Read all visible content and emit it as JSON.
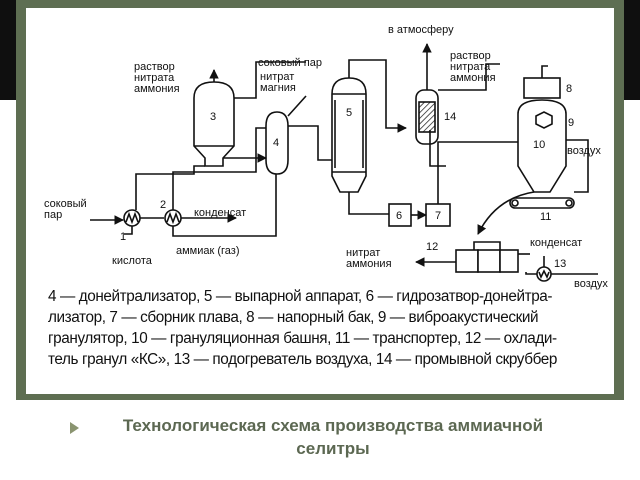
{
  "diagram": {
    "labels": {
      "atmosphere": "в атмосферу",
      "solution_left": [
        "раствор",
        "нитрата",
        "аммония"
      ],
      "juice_steam_top": "соковый пар",
      "magnesium_nitrate": [
        "нитрат",
        "магния"
      ],
      "solution_right": [
        "раствор",
        "нитрата",
        "аммония"
      ],
      "juice_steam_left": [
        "соковый",
        "пар"
      ],
      "condensate_mid": "конденсат",
      "air": "воздух",
      "acid": "кислота",
      "ammonia_gas": "аммиак (газ)",
      "ammonium_nitrate": [
        "нитрат",
        "аммония"
      ],
      "condensate_right": "конденсат",
      "air_bottom": "воздух"
    },
    "numbers": [
      "1",
      "2",
      "3",
      "4",
      "5",
      "6",
      "7",
      "8",
      "9",
      "10",
      "11",
      "12",
      "13",
      "14"
    ]
  },
  "legend": {
    "lines": [
      "4 — донейтрализатор, 5 — выпарной аппарат, 6 — гидрозатвор-донейтра-",
      "лизатор, 7 — сборник плава, 8 — напорный бак, 9 — виброакустический",
      "гранулятор, 10 — грануляционная башня, 11 — транспортер, 12 — охлади-",
      "тель гранул «КС», 13 — подогреватель воздуха, 14 — промывной скруббер"
    ]
  },
  "caption": {
    "text": "Технологическая схема производства аммиачной селитры"
  }
}
